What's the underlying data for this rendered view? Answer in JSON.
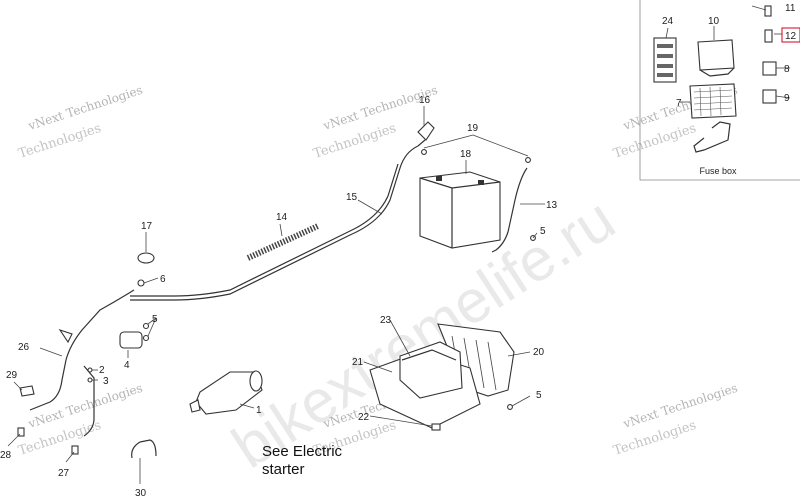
{
  "watermark": {
    "brand_line1": "vNext Technologies",
    "brand_line2": "Technologies",
    "site": "bikextremelife.ru"
  },
  "inset": {
    "caption": "Fuse box",
    "highlight_color": "#d0021b"
  },
  "notes": {
    "see_electric_line1": "See Electric",
    "see_electric_line2": "starter"
  },
  "callouts": {
    "c1": "1",
    "c2": "2",
    "c3": "3",
    "c4": "4",
    "c5a": "5",
    "c5b": "5",
    "c5c": "5",
    "c6": "6",
    "c7": "7",
    "c8": "8",
    "c9": "9",
    "c10": "10",
    "c11": "11",
    "c12": "12",
    "c13": "13",
    "c14": "14",
    "c15": "15",
    "c16": "16",
    "c17": "17",
    "c18": "18",
    "c19": "19",
    "c20": "20",
    "c21": "21",
    "c22": "22",
    "c23": "23",
    "c24": "24",
    "c26": "26",
    "c27": "27",
    "c28": "28",
    "c29": "29",
    "c30": "30"
  }
}
